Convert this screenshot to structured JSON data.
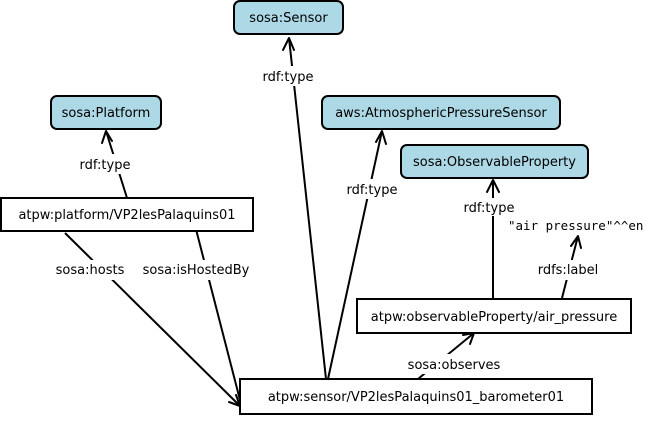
{
  "nodes": {
    "sensor": "sosa:Sensor",
    "platform": "sosa:Platform",
    "aws_sensor": "aws:AtmosphericPressureSensor",
    "observable_property": "sosa:ObservableProperty",
    "platform_instance": "atpw:platform/VP2lesPalaquins01",
    "property_instance": "atpw:observableProperty/air_pressure",
    "sensor_instance": "atpw:sensor/VP2lesPalaquins01_barometer01",
    "literal": "\"air pressure\"^^en"
  },
  "edges": {
    "sensor_type": "rdf:type",
    "platform_type": "rdf:type",
    "aws_type": "rdf:type",
    "property_type": "rdf:type",
    "hosts": "sosa:hosts",
    "hosted_by": "sosa:isHostedBy",
    "label": "rdfs:label",
    "observes": "sosa:observes"
  },
  "colors": {
    "class_fill": "#add8e6",
    "instance_fill": "#ffffff",
    "stroke": "#000000"
  }
}
